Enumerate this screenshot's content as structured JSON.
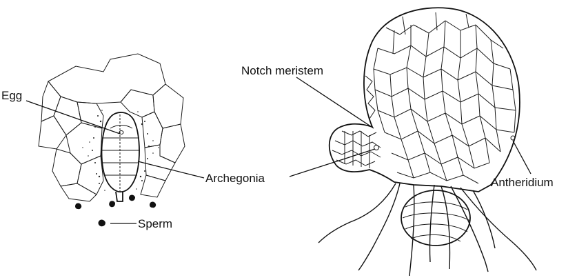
{
  "labels": {
    "egg": "Egg",
    "archegonia": "Archegonia",
    "sperm": "Sperm",
    "notch_meristem": "Notch meristem",
    "antheridium": "Antheridium"
  }
}
